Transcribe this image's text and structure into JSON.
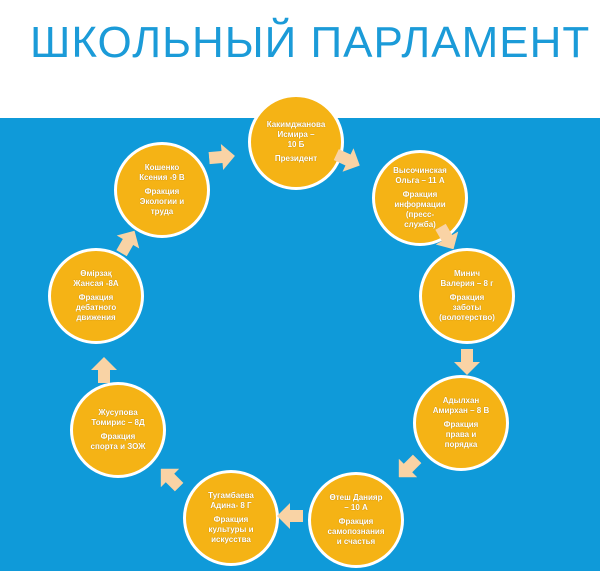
{
  "title": "ШКОЛЬНЫЙ ПАРЛАМЕНТ",
  "colors": {
    "background": "#0f9ad9",
    "circle": "#f5b315",
    "arrow": "#f9d3a5",
    "title": "#1b9bd8"
  },
  "members": [
    {
      "name": "Какимджанова Исмира –\n10 Б",
      "role": "Президент"
    },
    {
      "name": "Высочинская\nОльга – 11 А",
      "role": "Фракция\nинформации\n(пресс-\nслужба)"
    },
    {
      "name": "Минич\nВалерия – 8 г",
      "role": "Фракция\nзаботы\n(волотерство)"
    },
    {
      "name": "Адылхан\nАмирхан – 8 В",
      "role": "Фракция\nправа и\nпорядка"
    },
    {
      "name": "Өтеш Данияр\n– 10 А",
      "role": "Фракция\nсамопознания\nи счастья"
    },
    {
      "name": "Тугамбаева\nАдина- 8 Г",
      "role": "Фракция\nкультуры и\nискусства"
    },
    {
      "name": "Жусупова\nТомирис – 8Д",
      "role": "Фракция\nспорта и ЗОЖ"
    },
    {
      "name": "Өмірзақ\nЖансая -8А",
      "role": "Фракция\nдебатного\nдвижения"
    },
    {
      "name": "Кошенко\nКсения -9 В",
      "role": "Фракция\nЭкологии и\nтруда"
    }
  ]
}
